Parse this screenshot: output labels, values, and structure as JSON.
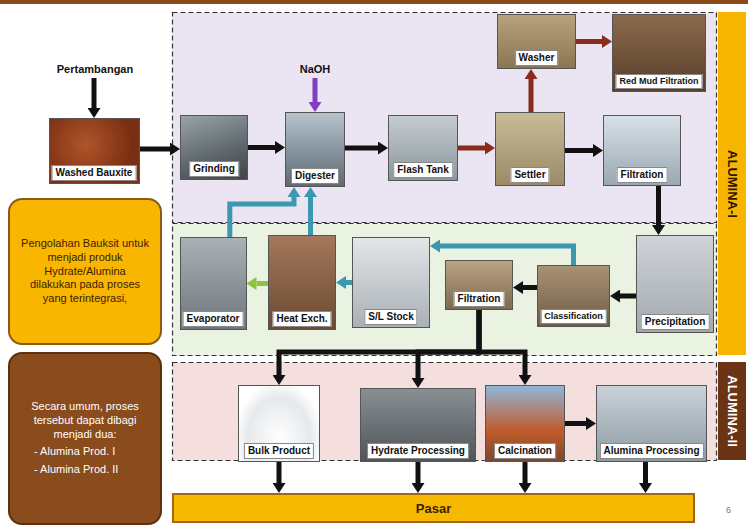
{
  "diagram": {
    "nodes": [
      {
        "text": [
          "Pertambangan"
        ]
      },
      {
        "text": [
          "Washed Bauxite"
        ]
      },
      {
        "text": [
          "Grinding"
        ]
      },
      {
        "text": [
          "NaOH"
        ]
      },
      {
        "text": [
          "Digester"
        ]
      },
      {
        "text": [
          "Flash Tank"
        ]
      },
      {
        "text": [
          "Washer"
        ]
      },
      {
        "text": [
          "Red Mud Filtration"
        ]
      },
      {
        "text": [
          "Settler"
        ]
      },
      {
        "text": [
          "Filtration"
        ]
      },
      {
        "text": [
          "Precipitation"
        ]
      },
      {
        "text": [
          "Classification"
        ]
      },
      {
        "text": [
          "Filtration"
        ]
      },
      {
        "text": [
          "S/L Stock"
        ]
      },
      {
        "text": [
          "Heat Exch."
        ]
      },
      {
        "text": [
          "Evaporator"
        ]
      },
      {
        "text": [
          "Bulk Product"
        ]
      },
      {
        "text": [
          "Hydrate Processing"
        ]
      },
      {
        "text": [
          "Calcination"
        ]
      },
      {
        "text": [
          "Alumina Processing"
        ]
      },
      {
        "text": [
          "Pasar"
        ]
      },
      {
        "text": [
          "Pengolahan Bauksit untuk menjadi produk Hydrate/Alumina dilakukan pada proses yang terintegrasi,"
        ]
      },
      {
        "text": [
          "Secara umum, proses tersebut dapat dibagi menjadi dua:",
          "- Alumina Prod. I",
          "- Alumina Prod. II"
        ]
      },
      {
        "text": [
          "ALUMINA-I"
        ]
      },
      {
        "text": [
          "ALUMINA-II"
        ]
      }
    ],
    "edges": [
      {
        "from": 0,
        "to": 1,
        "arrow": "to"
      },
      {
        "from": 1,
        "to": 2,
        "arrow": "to"
      },
      {
        "from": 2,
        "to": 4,
        "arrow": "to"
      },
      {
        "from": 3,
        "to": 4,
        "arrow": "to"
      },
      {
        "from": 4,
        "to": 5,
        "arrow": "to"
      },
      {
        "from": 5,
        "to": 8,
        "arrow": "to"
      },
      {
        "from": 8,
        "to": 6,
        "arrow": "to"
      },
      {
        "from": 6,
        "to": 7,
        "arrow": "to"
      },
      {
        "from": 8,
        "to": 9,
        "arrow": "to"
      },
      {
        "from": 9,
        "to": 10,
        "arrow": "to"
      },
      {
        "from": 10,
        "to": 11,
        "arrow": "to"
      },
      {
        "from": 11,
        "to": 12,
        "arrow": "to"
      },
      {
        "from": 11,
        "to": 13,
        "arrow": "to"
      },
      {
        "from": 13,
        "to": 14,
        "arrow": "to"
      },
      {
        "from": 14,
        "to": 4,
        "arrow": "to"
      },
      {
        "from": 14,
        "to": 15,
        "arrow": "to"
      },
      {
        "from": 15,
        "to": 4,
        "arrow": "to"
      },
      {
        "from": 12,
        "to": 16,
        "arrow": "to"
      },
      {
        "from": 12,
        "to": 17,
        "arrow": "to"
      },
      {
        "from": 12,
        "to": 18,
        "arrow": "to"
      },
      {
        "from": 18,
        "to": 19,
        "arrow": "to"
      },
      {
        "from": 16,
        "to": 20,
        "arrow": "to"
      },
      {
        "from": 17,
        "to": 20,
        "arrow": "to"
      },
      {
        "from": 18,
        "to": 20,
        "arrow": "to"
      },
      {
        "from": 19,
        "to": 20,
        "arrow": "to"
      }
    ],
    "labels": [
      "6"
    ]
  }
}
